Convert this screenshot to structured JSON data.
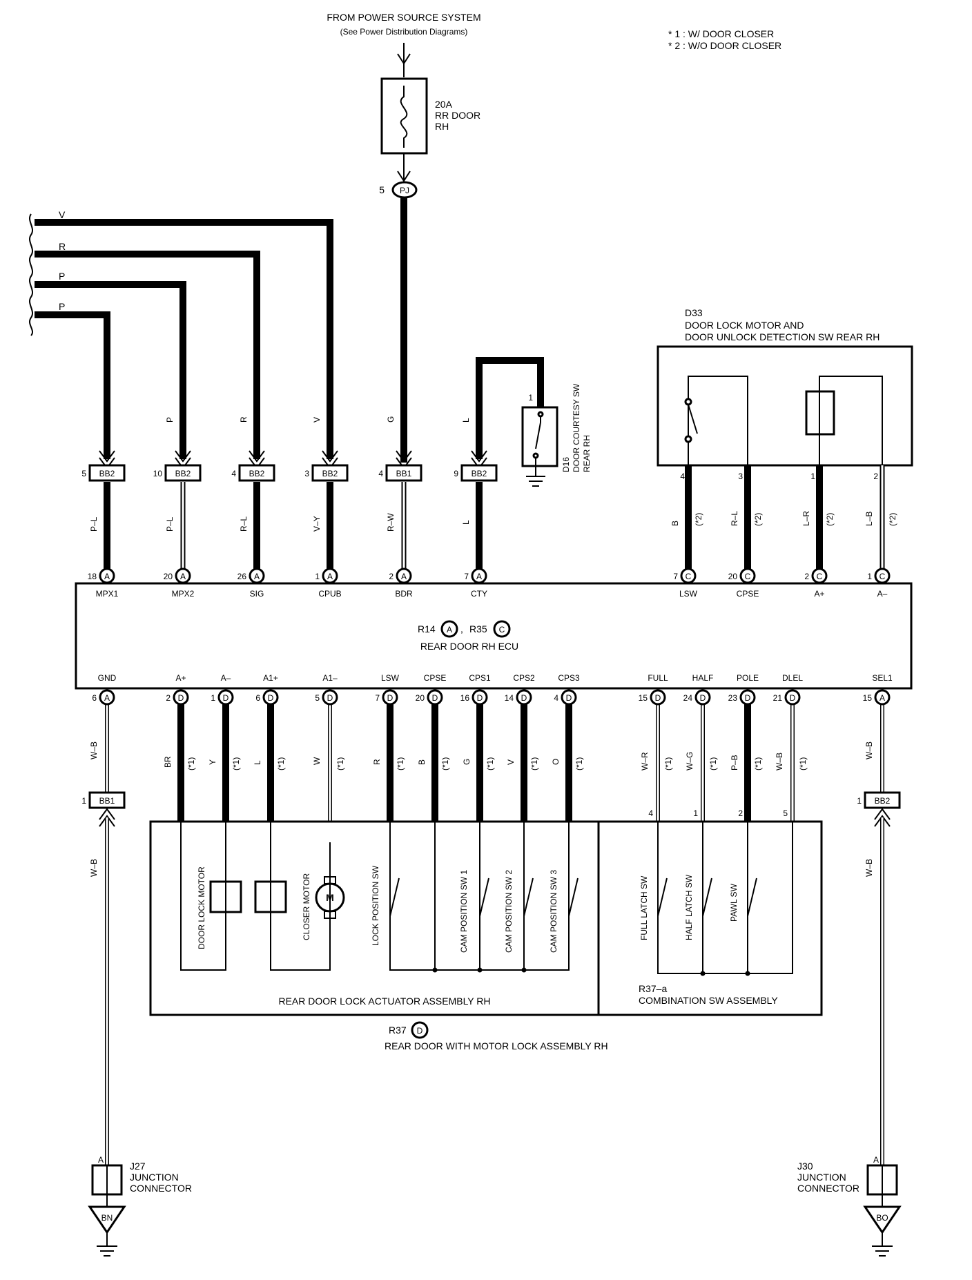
{
  "header": {
    "source_line1": "FROM POWER SOURCE SYSTEM",
    "source_line2": "(See Power Distribution Diagrams)",
    "note1": "* 1 : W/ DOOR CLOSER",
    "note2": "* 2 : W/O DOOR CLOSER"
  },
  "fuse": {
    "line1": "20A",
    "line2": "RR DOOR",
    "line3": "RH",
    "pin": "5",
    "conn": "PJ"
  },
  "left_wires": [
    "V",
    "R",
    "P",
    "P"
  ],
  "courtesy_sw": {
    "code": "D16",
    "line1": "DOOR COURTESY SW",
    "line2": "REAR RH",
    "pin": "1",
    "wire": "L"
  },
  "d33": {
    "code": "D33",
    "line1": "DOOR LOCK MOTOR AND",
    "line2": "DOOR UNLOCK DETECTION SW REAR RH",
    "pins": [
      "4",
      "3",
      "1",
      "2"
    ],
    "wires": [
      "B",
      "R–L",
      "L–R",
      "L–B"
    ],
    "note": "(*2)"
  },
  "upper_connectors": [
    {
      "pin": "5",
      "conn": "BB2",
      "wire_top": "",
      "wire_bot": "P–L",
      "ecu_pin": "18",
      "ecu_conn": "A",
      "terminal": "MPX1"
    },
    {
      "pin": "10",
      "conn": "BB2",
      "wire_top": "P",
      "wire_bot": "P–L",
      "ecu_pin": "20",
      "ecu_conn": "A",
      "terminal": "MPX2"
    },
    {
      "pin": "4",
      "conn": "BB2",
      "wire_top": "R",
      "wire_bot": "R–L",
      "ecu_pin": "26",
      "ecu_conn": "A",
      "terminal": "SIG"
    },
    {
      "pin": "3",
      "conn": "BB2",
      "wire_top": "V",
      "wire_bot": "V–Y",
      "ecu_pin": "1",
      "ecu_conn": "A",
      "terminal": "CPUB"
    },
    {
      "pin": "4",
      "conn": "BB1",
      "wire_top": "G",
      "wire_bot": "R–W",
      "ecu_pin": "2",
      "ecu_conn": "A",
      "terminal": "BDR"
    },
    {
      "pin": "9",
      "conn": "BB2",
      "wire_top": "L",
      "wire_bot": "L",
      "ecu_pin": "7",
      "ecu_conn": "A",
      "terminal": "CTY"
    }
  ],
  "ecu_right_top": [
    {
      "ecu_pin": "7",
      "ecu_conn": "C",
      "terminal": "LSW"
    },
    {
      "ecu_pin": "20",
      "ecu_conn": "C",
      "terminal": "CPSE"
    },
    {
      "ecu_pin": "2",
      "ecu_conn": "C",
      "terminal": "A+"
    },
    {
      "ecu_pin": "1",
      "ecu_conn": "C",
      "terminal": "A–"
    }
  ],
  "ecu": {
    "code1": "R14",
    "conn1": "A",
    "sep": ",",
    "code2": "R35",
    "conn2": "C",
    "name": "REAR DOOR RH ECU"
  },
  "ecu_bottom": [
    {
      "terminal": "GND",
      "pin": "6",
      "conn": "A",
      "wire": "W–B",
      "note": ""
    },
    {
      "terminal": "A+",
      "pin": "2",
      "conn": "D",
      "wire": "BR",
      "note": "(*1)"
    },
    {
      "terminal": "A–",
      "pin": "1",
      "conn": "D",
      "wire": "Y",
      "note": "(*1)"
    },
    {
      "terminal": "A1+",
      "pin": "6",
      "conn": "D",
      "wire": "L",
      "note": "(*1)"
    },
    {
      "terminal": "A1–",
      "pin": "5",
      "conn": "D",
      "wire": "W",
      "note": "(*1)"
    },
    {
      "terminal": "LSW",
      "pin": "7",
      "conn": "D",
      "wire": "R",
      "note": "(*1)"
    },
    {
      "terminal": "CPSE",
      "pin": "20",
      "conn": "D",
      "wire": "B",
      "note": "(*1)"
    },
    {
      "terminal": "CPS1",
      "pin": "16",
      "conn": "D",
      "wire": "G",
      "note": "(*1)"
    },
    {
      "terminal": "CPS2",
      "pin": "14",
      "conn": "D",
      "wire": "V",
      "note": "(*1)"
    },
    {
      "terminal": "CPS3",
      "pin": "4",
      "conn": "D",
      "wire": "O",
      "note": "(*1)"
    },
    {
      "terminal": "FULL",
      "pin": "15",
      "conn": "D",
      "wire": "W–R",
      "note": "(*1)"
    },
    {
      "terminal": "HALF",
      "pin": "24",
      "conn": "D",
      "wire": "W–G",
      "note": "(*1)"
    },
    {
      "terminal": "POLE",
      "pin": "23",
      "conn": "D",
      "wire": "P–B",
      "note": "(*1)"
    },
    {
      "terminal": "DLEL",
      "pin": "21",
      "conn": "D",
      "wire": "W–B",
      "note": "(*1)"
    },
    {
      "terminal": "SEL1",
      "pin": "15",
      "conn": "A",
      "wire": "W–B",
      "note": ""
    }
  ],
  "left_ground": {
    "pin": "1",
    "conn": "BB1",
    "wire": "W–B",
    "jpin": "A",
    "code": "J27",
    "line1": "JUNCTION",
    "line2": "CONNECTOR",
    "gnd": "BN"
  },
  "right_ground": {
    "pin": "1",
    "conn": "BB2",
    "wire": "W–B",
    "jpin": "A",
    "code": "J30",
    "line1": "JUNCTION",
    "line2": "CONNECTOR",
    "gnd": "BO"
  },
  "actuator": {
    "components": [
      "DOOR LOCK MOTOR",
      "CLOSER MOTOR",
      "LOCK POSITION SW",
      "CAM POSITION SW 1",
      "CAM POSITION SW 2",
      "CAM POSITION SW 3"
    ],
    "motor_symbol": "M",
    "name": "REAR DOOR LOCK ACTUATOR ASSEMBLY RH"
  },
  "combo": {
    "pins": [
      "4",
      "1",
      "2",
      "5"
    ],
    "components": [
      "FULL LATCH SW",
      "HALF LATCH SW",
      "PAWL SW"
    ],
    "code": "R37–a",
    "name": "COMBINATION SW ASSEMBLY"
  },
  "assembly": {
    "code": "R37",
    "conn": "D",
    "name": "REAR DOOR WITH MOTOR LOCK ASSEMBLY RH"
  }
}
